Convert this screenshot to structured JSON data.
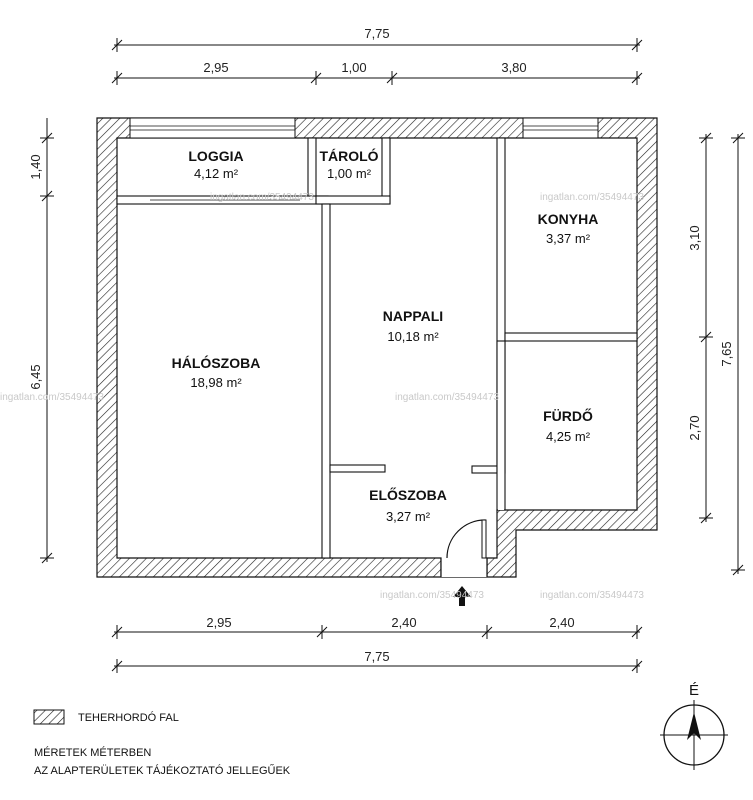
{
  "dimensions": {
    "top_total": "7,75",
    "top_1": "2,95",
    "top_2": "1,00",
    "top_3": "3,80",
    "bottom_1": "2,95",
    "bottom_2": "2,40",
    "bottom_3": "2,40",
    "bottom_total": "7,75",
    "left_1": "1,40",
    "left_2": "6,45",
    "right_1": "3,10",
    "right_2": "2,70",
    "right_total": "7,65"
  },
  "rooms": {
    "loggia": {
      "name": "LOGGIA",
      "area": "4,12 m²"
    },
    "tarolo": {
      "name": "TÁROLÓ",
      "area": "1,00 m²"
    },
    "konyha": {
      "name": "KONYHA",
      "area": "3,37 m²"
    },
    "nappali": {
      "name": "NAPPALI",
      "area": "10,18 m²"
    },
    "haloszoba": {
      "name": "HÁLÓSZOBA",
      "area": "18,98 m²"
    },
    "furdo": {
      "name": "FÜRDŐ",
      "area": "4,25 m²"
    },
    "eloszoba": {
      "name": "ELŐSZOBA",
      "area": "3,27 m²"
    }
  },
  "watermarks": {
    "w1": "ingatlan.com/35494473",
    "w2": "ingatlan.com/35494473",
    "w3": "ingatlan.com/35494473",
    "w4": "ingatlan.com/35494473",
    "w5": "ingatlan.com/35494473",
    "w6": "ingatlan.com/35494473"
  },
  "legend": {
    "wall_label": "TEHERHORDÓ FAL",
    "note_1": "MÉRETEK MÉTERBEN",
    "note_2": "AZ ALAPTERÜLETEK TÁJÉKOZTATÓ JELLEGŰEK"
  },
  "compass": {
    "label": "É"
  },
  "colors": {
    "line": "#111111",
    "hatch": "#222222",
    "watermark": "#c9c9c9"
  }
}
